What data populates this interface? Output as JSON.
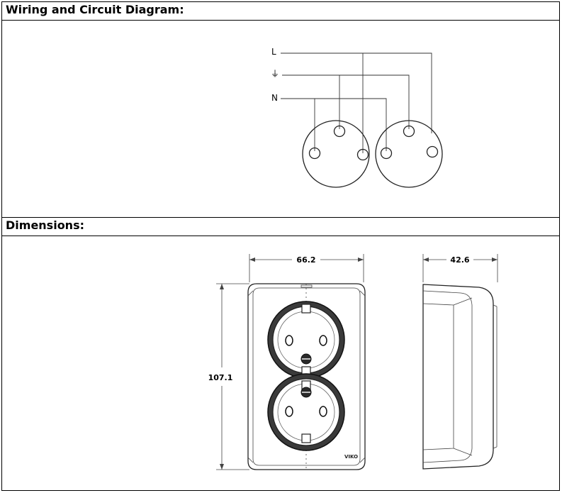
{
  "sections": {
    "wiring": {
      "title": "Wiring and Circuit Diagram:"
    },
    "dimensions": {
      "title": "Dimensions:"
    }
  },
  "wiring_diagram": {
    "terminals": {
      "live": "L",
      "earth_symbol": "⏚",
      "neutral": "N"
    }
  },
  "dimensions_drawing": {
    "width_label": "66.2",
    "depth_label": "42.6",
    "height_label": "107.1",
    "brand_mark": "VIKO"
  }
}
